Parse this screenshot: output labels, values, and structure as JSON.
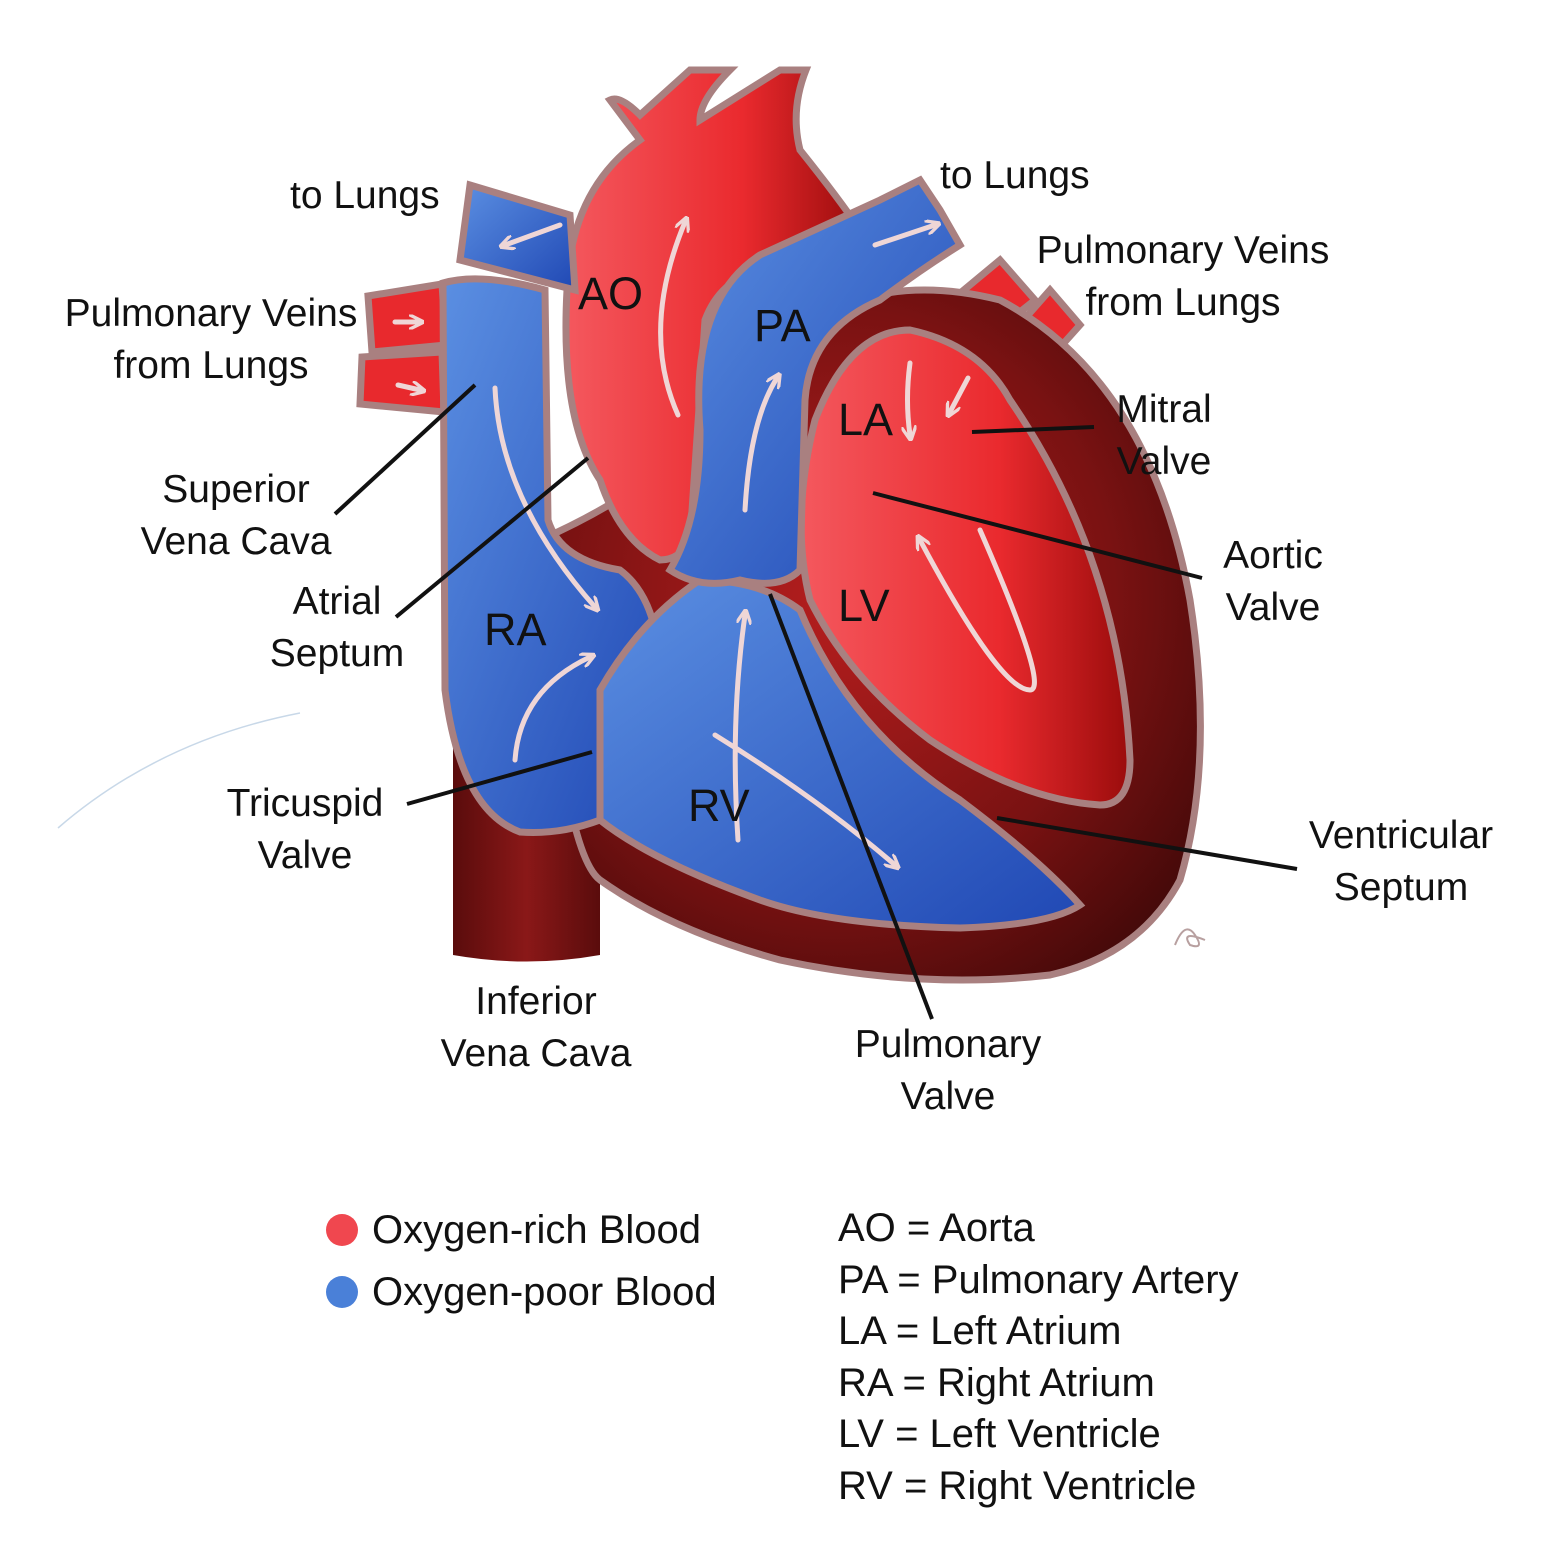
{
  "labels": {
    "to_lungs_left": "to Lungs",
    "to_lungs_right": "to Lungs",
    "pulm_veins_left": [
      "Pulmonary Veins",
      "from Lungs"
    ],
    "pulm_veins_right": [
      "Pulmonary Veins",
      "from Lungs"
    ],
    "superior_vena_cava": [
      "Superior",
      "Vena Cava"
    ],
    "atrial_septum": [
      "Atrial",
      "Septum"
    ],
    "tricuspid_valve": [
      "Tricuspid",
      "Valve"
    ],
    "inferior_vena_cava": [
      "Inferior",
      "Vena Cava"
    ],
    "pulmonary_valve": [
      "Pulmonary",
      "Valve"
    ],
    "ventricular_septum": [
      "Ventricular",
      "Septum"
    ],
    "aortic_valve": [
      "Aortic",
      "Valve"
    ],
    "mitral_valve": [
      "Mitral",
      "Valve"
    ]
  },
  "chambers": {
    "ao": "AO",
    "pa": "PA",
    "la": "LA",
    "ra": "RA",
    "lv": "LV",
    "rv": "RV"
  },
  "legend": {
    "items": [
      {
        "label": "Oxygen-rich Blood",
        "color": "#f0474f"
      },
      {
        "label": "Oxygen-poor Blood",
        "color": "#4a80d8"
      }
    ],
    "abbreviations": [
      "AO = Aorta",
      "PA = Pulmonary Artery",
      "LA = Left Atrium",
      "RA = Right Atrium",
      "LV = Left Ventricle",
      "RV = Right Ventricle"
    ]
  },
  "colors": {
    "oxygen_rich": "#f0474f",
    "oxygen_poor": "#4a80d8",
    "muscle": "#7a1414",
    "outline": "#a98080",
    "arrow": "#efd6d6"
  }
}
